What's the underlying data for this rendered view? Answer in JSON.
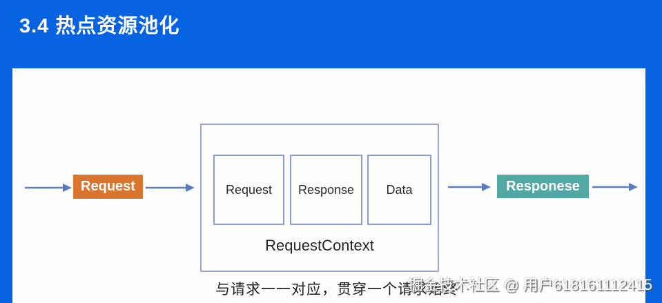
{
  "slide": {
    "title": "3.4 热点资源池化",
    "background_color": "#0562e0"
  },
  "diagram": {
    "input_node": {
      "label": "Request",
      "color": "#d9752f"
    },
    "context_box": {
      "label": "RequestContext",
      "items": [
        {
          "label": "Request"
        },
        {
          "label": "Response"
        },
        {
          "label": "Data"
        }
      ]
    },
    "output_node": {
      "label": "Responese",
      "color": "#52a8a3"
    },
    "arrow_color": "#5c7cc1",
    "caption": "与请求一一对应，贯穿一个请求始终"
  },
  "watermark": {
    "text": "掘金技术社区 @ 用户618161112415"
  }
}
